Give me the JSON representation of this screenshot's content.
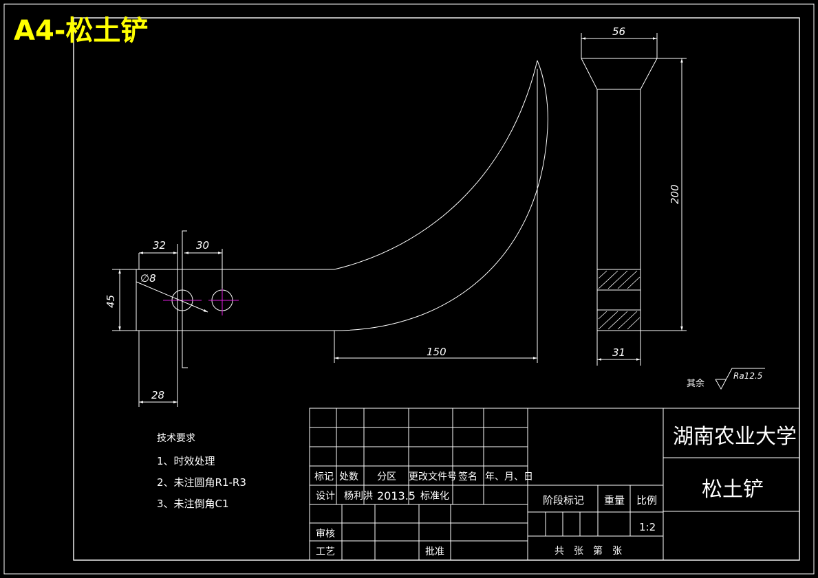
{
  "sheet": {
    "title": "A4-松土铲",
    "title_color": "#ffff00"
  },
  "dimensions": {
    "d32": "32",
    "d30": "30",
    "dia8": "∅8",
    "d45": "45",
    "d28": "28",
    "d150": "150",
    "d56": "56",
    "d200": "200",
    "d31": "31"
  },
  "roughness": {
    "prefix": "其余",
    "value": "Ra12.5"
  },
  "tech_requirements": {
    "heading": "技术要求",
    "items": [
      "1、时效处理",
      "2、未注圆角R1-R3",
      "3、未注倒角C1"
    ]
  },
  "title_block": {
    "headers": [
      "标记",
      "处数",
      "分区",
      "更改文件号",
      "签名",
      "年、月、日"
    ],
    "design_label": "设计",
    "designer": "杨利洪",
    "date": "2013.5",
    "standardize": "标准化",
    "review": "审核",
    "process": "工艺",
    "approve": "批准",
    "stage_mark": "阶段标记",
    "weight": "重量",
    "scale_label": "比例",
    "scale_value": "1:2",
    "sheets": "共　张　第　张",
    "school": "湖南农业大学",
    "part_name": "松土铲"
  },
  "colors": {
    "line": "#ffffff",
    "center_mark": "#e01ee0",
    "background": "#000000"
  }
}
